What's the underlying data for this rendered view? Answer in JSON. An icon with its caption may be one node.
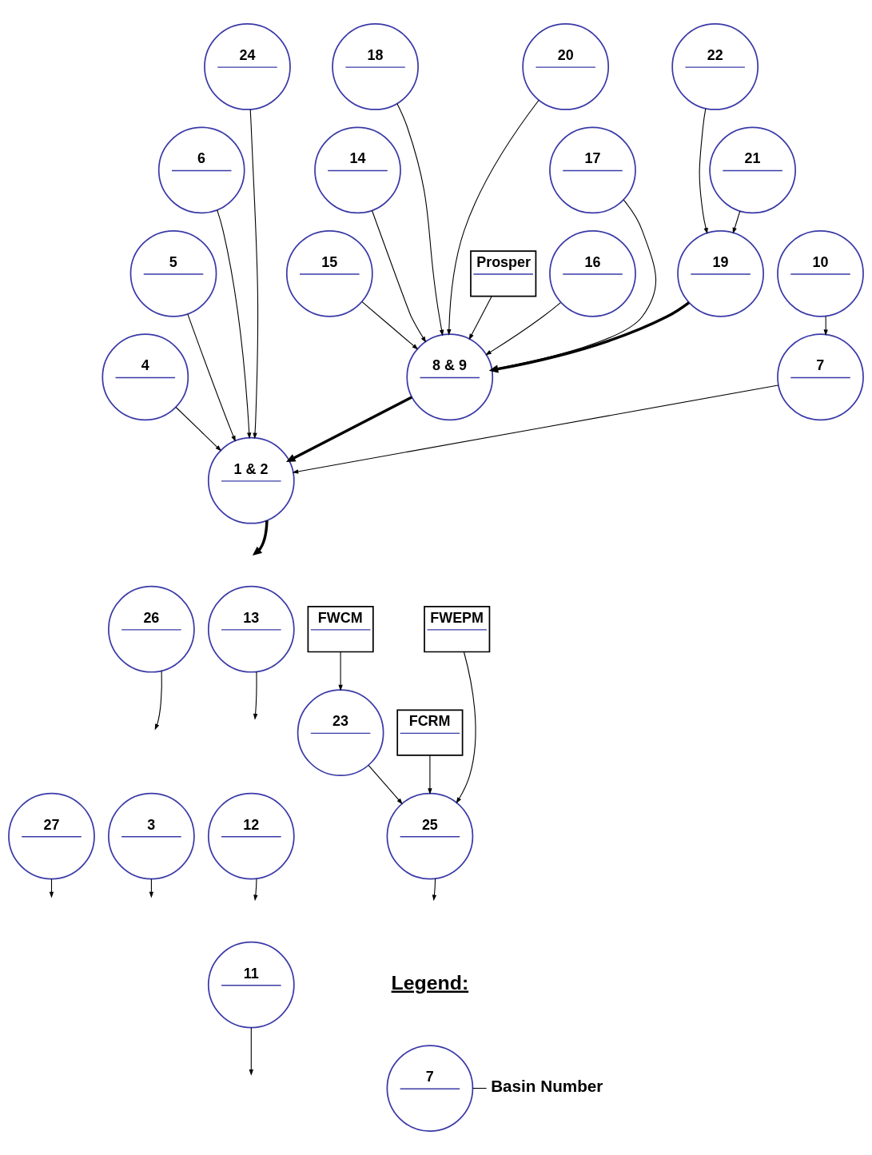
{
  "diagram": {
    "nodes": [
      {
        "text": [
          "Prosper"
        ]
      },
      {
        "text": [
          "22"
        ]
      },
      {
        "text": [
          "19"
        ]
      },
      {
        "text": [
          "21"
        ]
      },
      {
        "text": [
          "20"
        ]
      },
      {
        "text": [
          "13"
        ]
      },
      {
        "text": [
          "17"
        ]
      },
      {
        "text": [
          "18"
        ]
      },
      {
        "text": [
          "12"
        ]
      },
      {
        "text": [
          "16"
        ]
      },
      {
        "text": [
          "14"
        ]
      },
      {
        "text": [
          "11"
        ]
      },
      {
        "text": [
          "FWCM"
        ]
      },
      {
        "text": [
          "15"
        ]
      },
      {
        "text": [
          "8 & 9"
        ]
      },
      {
        "text": [
          "24"
        ]
      },
      {
        "text": [
          "23"
        ]
      },
      {
        "text": [
          "6"
        ]
      },
      {
        "text": [
          "FWEPM"
        ]
      },
      {
        "text": [
          "10"
        ]
      },
      {
        "text": [
          "5"
        ]
      },
      {
        "text": [
          "FCRM"
        ]
      },
      {
        "text": [
          "7"
        ]
      },
      {
        "text": [
          "4"
        ]
      },
      {
        "text": [
          "25"
        ]
      },
      {
        "text": [
          "26"
        ]
      },
      {
        "text": [
          "27"
        ]
      },
      {
        "text": [
          "1 & 2"
        ]
      },
      {
        "text": [
          "3"
        ]
      },
      {
        "text": [
          "7"
        ]
      },
      {
        "text": [
          "Basin Number"
        ]
      }
    ],
    "edges": [
      {
        "from": 1,
        "to": 2,
        "arrow": "to"
      },
      {
        "from": 3,
        "to": 2,
        "arrow": "to"
      },
      {
        "from": 0,
        "to": 14,
        "arrow": "to"
      },
      {
        "from": 2,
        "to": 14,
        "arrow": "to",
        "style": "thick"
      },
      {
        "from": 4,
        "to": 14,
        "arrow": "to"
      },
      {
        "from": 7,
        "to": 14,
        "arrow": "to"
      },
      {
        "from": 6,
        "to": 14,
        "arrow": "to"
      },
      {
        "from": 10,
        "to": 14,
        "arrow": "to"
      },
      {
        "from": 9,
        "to": 14,
        "arrow": "to"
      },
      {
        "from": 13,
        "to": 14,
        "arrow": "to"
      },
      {
        "from": 5,
        "to": null,
        "arrow": "to"
      },
      {
        "from": 8,
        "to": null,
        "arrow": "to"
      },
      {
        "from": 11,
        "to": null,
        "arrow": "to"
      },
      {
        "from": 12,
        "to": 16,
        "arrow": "to"
      },
      {
        "from": 14,
        "to": 27,
        "arrow": "to",
        "style": "thick"
      },
      {
        "from": 15,
        "to": 27,
        "arrow": "to"
      },
      {
        "from": 17,
        "to": 27,
        "arrow": "to"
      },
      {
        "from": 20,
        "to": 27,
        "arrow": "to"
      },
      {
        "from": 19,
        "to": 22,
        "arrow": "to"
      },
      {
        "from": 22,
        "to": 27,
        "arrow": "to"
      },
      {
        "from": 23,
        "to": 27,
        "arrow": "to"
      },
      {
        "from": 16,
        "to": 24,
        "arrow": "to"
      },
      {
        "from": 18,
        "to": 24,
        "arrow": "to"
      },
      {
        "from": 21,
        "to": 24,
        "arrow": "to"
      },
      {
        "from": 24,
        "to": null,
        "arrow": "to"
      },
      {
        "from": 25,
        "to": null,
        "arrow": "to"
      },
      {
        "from": 26,
        "to": null,
        "arrow": "to"
      },
      {
        "from": 27,
        "to": null,
        "arrow": "to",
        "style": "thick"
      },
      {
        "from": 28,
        "to": null,
        "arrow": "to"
      },
      {
        "from": 29,
        "to": 30,
        "arrow": "none"
      }
    ],
    "labels": [
      "Legend:"
    ]
  }
}
